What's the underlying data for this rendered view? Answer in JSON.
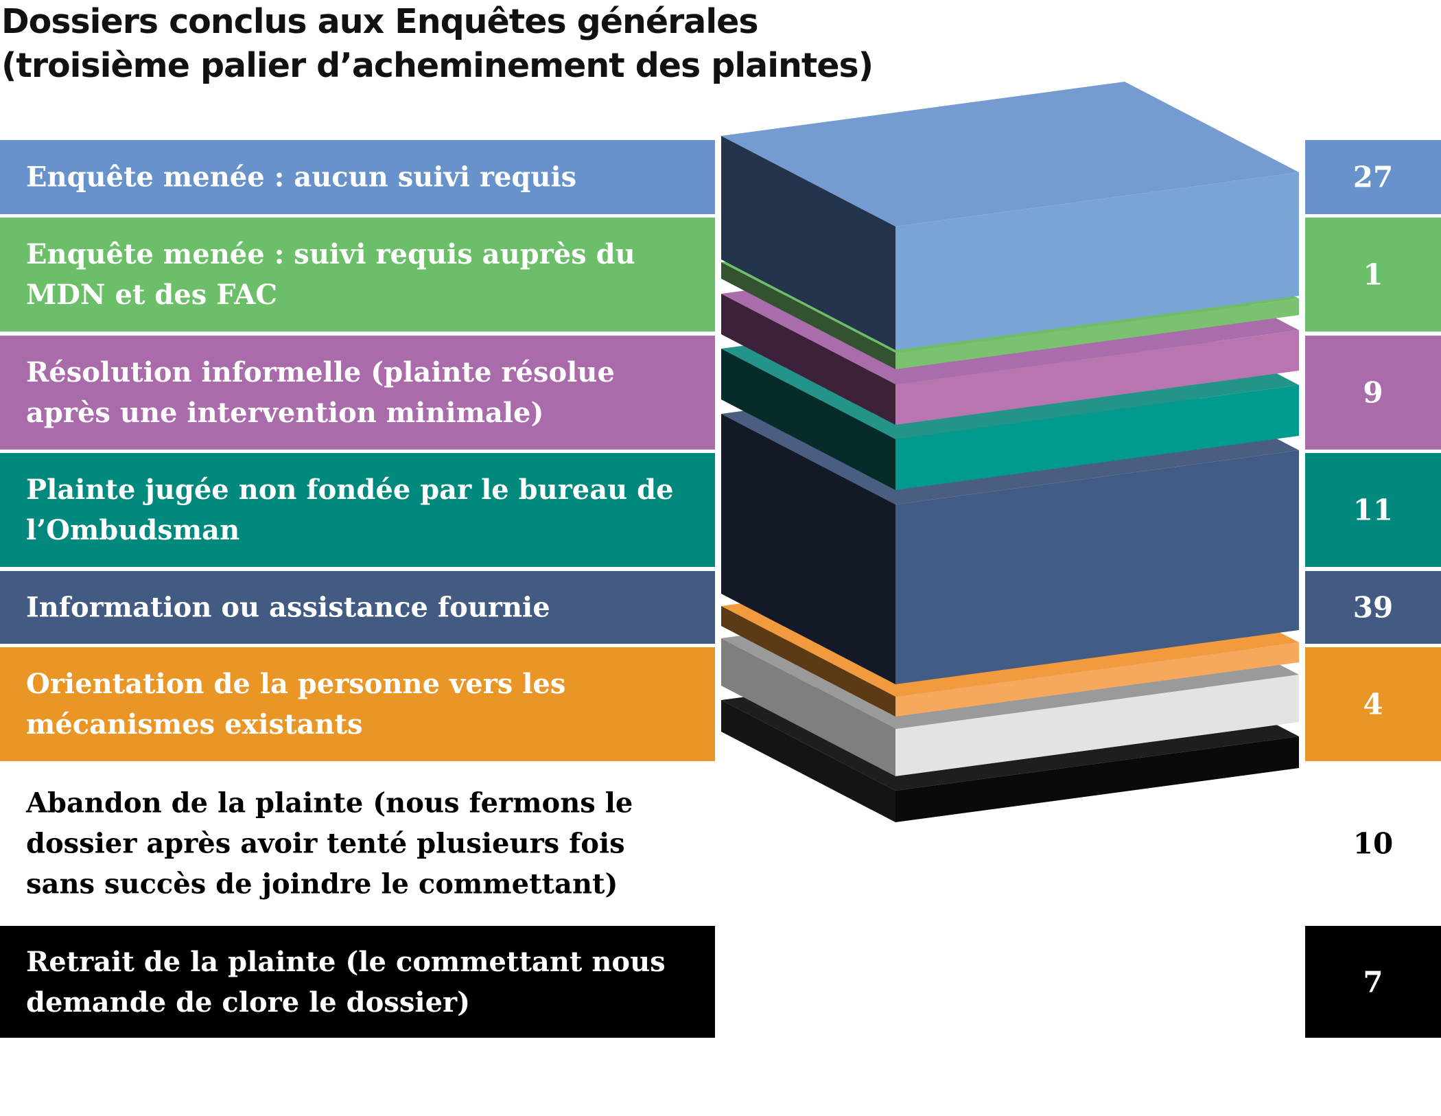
{
  "title_line1": "Dossiers conclus aux Enquêtes générales",
  "title_line2": "(troisième palier d’acheminement des plaintes)",
  "chart_data": {
    "type": "bar",
    "style": "stacked 3D block",
    "title": "Dossiers conclus aux Enquêtes générales (troisième palier d’acheminement des plaintes)",
    "categories": [
      "Enquête menée : aucun suivi requis",
      "Enquête menée : suivi requis auprès du MDN et des FAC",
      "Résolution informelle (plainte résolue après une intervention minimale)",
      "Plainte jugée non fondée par le bureau de l’Ombudsman",
      "Information ou assistance fournie",
      "Orientation de la personne vers les mécanismes existants",
      "Abandon de la plainte (nous fermons le dossier après avoir tenté plusieurs fois sans succès de joindre le commettant)",
      "Retrait de la plainte (le commettant nous demande de clore le dossier)"
    ],
    "values": [
      27,
      1,
      9,
      11,
      39,
      4,
      10,
      7
    ],
    "colors": [
      "#6892CB",
      "#6CBF69",
      "#A96BAA",
      "#00897C",
      "#435B82",
      "#E99627",
      "#FFFFFF",
      "#000000"
    ],
    "text_colors": [
      "#FFFFFF",
      "#FFFFFF",
      "#FFFFFF",
      "#FFFFFF",
      "#FFFFFF",
      "#FFFFFF",
      "#000000",
      "#FFFFFF"
    ]
  }
}
